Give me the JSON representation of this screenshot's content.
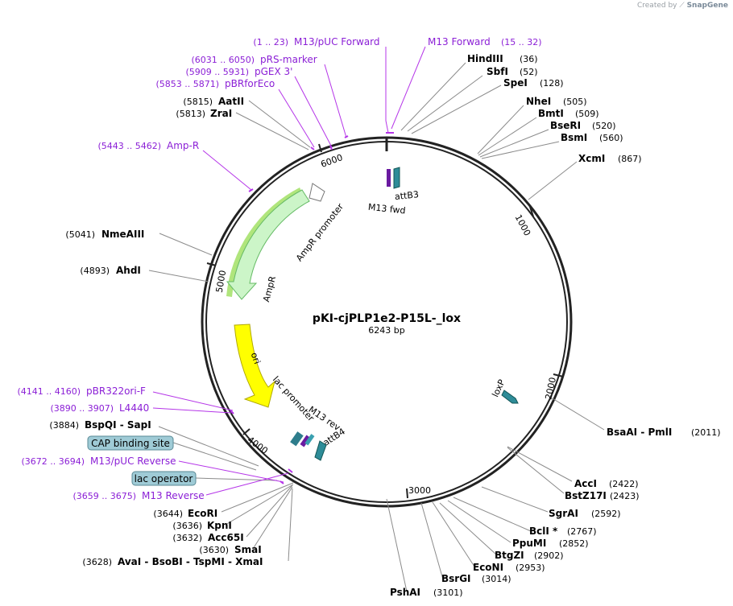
{
  "plasmid": {
    "name": "pKI-cjPLP1e2-P15L-_lox",
    "size_label": "6243 bp",
    "length": 6243
  },
  "credit": {
    "prefix": "Created by",
    "brand": "SnapGene"
  },
  "colors": {
    "enzyme": "#000000",
    "primer": "#8b1fd6",
    "feature_label": "#000000",
    "ring": "#222222"
  },
  "ticks": [
    "1000",
    "2000",
    "3000",
    "4000",
    "5000",
    "6000"
  ],
  "enzymes": [
    {
      "name": "HindIII",
      "pos": "(36)"
    },
    {
      "name": "SbfI",
      "pos": "(52)"
    },
    {
      "name": "SpeI",
      "pos": "(128)"
    },
    {
      "name": "NheI",
      "pos": "(505)"
    },
    {
      "name": "BmtI",
      "pos": "(509)"
    },
    {
      "name": "BseRI",
      "pos": "(520)"
    },
    {
      "name": "BsmI",
      "pos": "(560)"
    },
    {
      "name": "XcmI",
      "pos": "(867)"
    },
    {
      "name": "BsaAI - PmlI",
      "pos": "(2011)"
    },
    {
      "name": "AccI",
      "pos": "(2422)"
    },
    {
      "name": "BstZ17I",
      "pos": "(2423)"
    },
    {
      "name": "SgrAI",
      "pos": "(2592)"
    },
    {
      "name": "BclI *",
      "pos": "(2767)"
    },
    {
      "name": "PpuMI",
      "pos": "(2852)"
    },
    {
      "name": "BtgZI",
      "pos": "(2902)"
    },
    {
      "name": "EcoNI",
      "pos": "(2953)"
    },
    {
      "name": "BsrGI",
      "pos": "(3014)"
    },
    {
      "name": "PshAI",
      "pos": "(3101)"
    },
    {
      "name": "EcoRI",
      "pos": "(3644)"
    },
    {
      "name": "KpnI",
      "pos": "(3636)"
    },
    {
      "name": "Acc65I",
      "pos": "(3632)"
    },
    {
      "name": "SmaI",
      "pos": "(3630)"
    },
    {
      "name": "AvaI - BsoBI - TspMI - XmaI",
      "pos": "(3628)"
    },
    {
      "name": "BspQI - SapI",
      "pos": "(3884)"
    },
    {
      "name": "AhdI",
      "pos": "(4893)"
    },
    {
      "name": "NmeAIII",
      "pos": "(5041)"
    },
    {
      "name": "ZraI",
      "pos": "(5813)"
    },
    {
      "name": "AatII",
      "pos": "(5815)"
    }
  ],
  "primers": [
    {
      "name": "M13/pUC Forward",
      "range": "(1 .. 23)"
    },
    {
      "name": "M13 Forward",
      "range": "(15 .. 32)"
    },
    {
      "name": "pRS-marker",
      "range": "(6031 .. 6050)"
    },
    {
      "name": "pGEX 3'",
      "range": "(5909 .. 5931)"
    },
    {
      "name": "pBRforEco",
      "range": "(5853 .. 5871)"
    },
    {
      "name": "Amp-R",
      "range": "(5443 .. 5462)"
    },
    {
      "name": "pBR322ori-F",
      "range": "(4141 .. 4160)"
    },
    {
      "name": "L4440",
      "range": "(3890 .. 3907)"
    },
    {
      "name": "M13/pUC Reverse",
      "range": "(3672 .. 3694)"
    },
    {
      "name": "M13 Reverse",
      "range": "(3659 .. 3675)"
    }
  ],
  "boxed_features": [
    "CAP binding site",
    "lac operator"
  ],
  "features": {
    "attB3": "attB3",
    "m13fwd": "M13 fwd",
    "ampr_promoter": "AmpR promoter",
    "ampr": "AmpR",
    "ori": "ori",
    "lac_promoter": "lac promoter",
    "m13rev": "M13 rev",
    "attB4": "attB4",
    "loxP": "loxP"
  }
}
